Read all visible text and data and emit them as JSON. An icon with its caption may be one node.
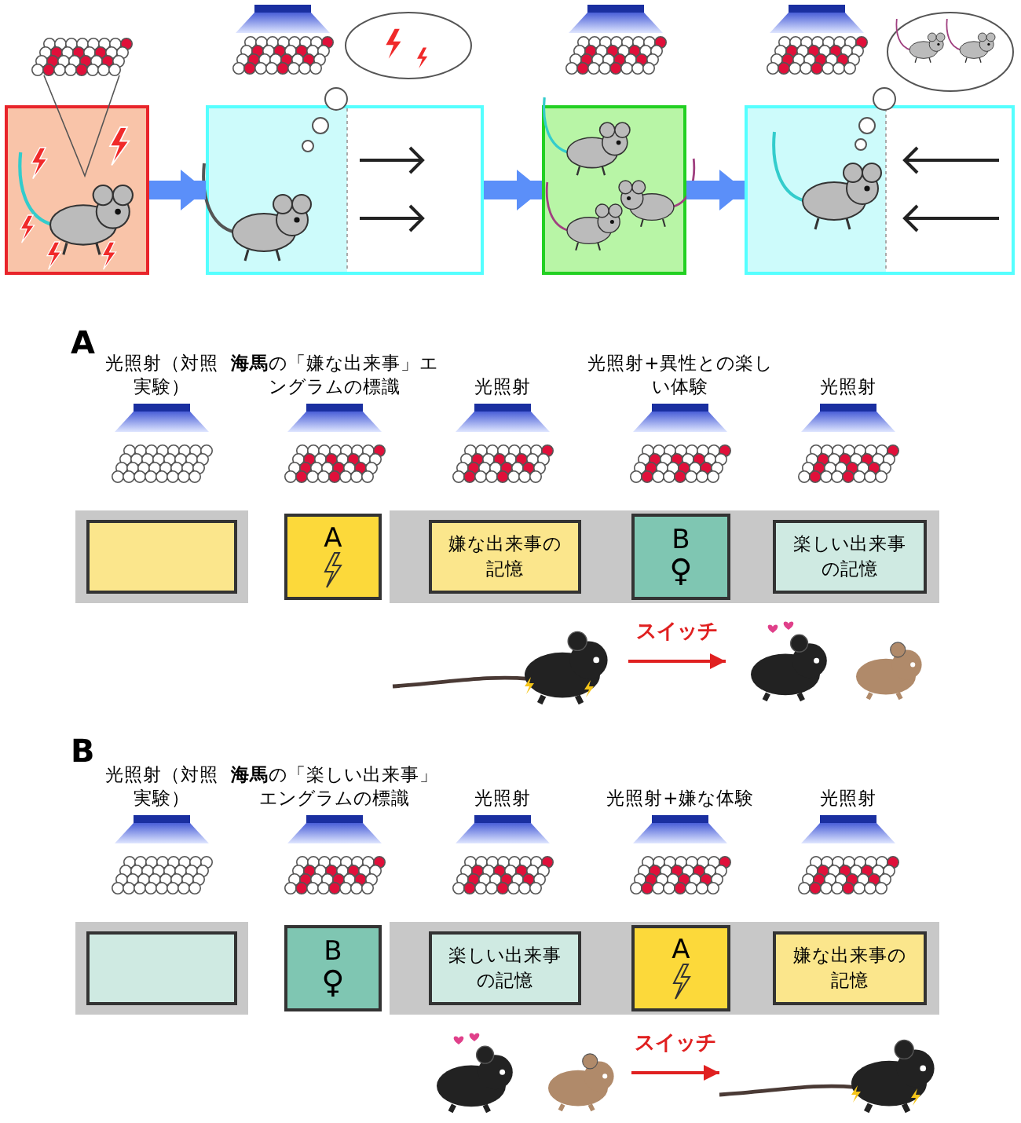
{
  "diagram": {
    "nodes": [
      {
        "text": [],
        "shape": "picture"
      },
      {
        "text": [],
        "shape": "picture"
      },
      {
        "text": [],
        "shape": "picture"
      },
      {
        "text": [],
        "shape": "picture"
      },
      {
        "text": [],
        "shape": "bar"
      },
      {
        "text": [],
        "shape": "box",
        "in": 4
      },
      {
        "text": [
          "A"
        ]
      },
      {
        "text": [],
        "shape": "bar"
      },
      {
        "text": [
          "嫌な出来事の記憶"
        ],
        "in": 7
      },
      {
        "text": [
          "B",
          "♀"
        ],
        "in": 7
      },
      {
        "text": [
          "楽しい出来事の記憶"
        ],
        "in": 7
      },
      {
        "text": [],
        "shape": "picture"
      },
      {
        "text": [],
        "shape": "picture"
      },
      {
        "text": [],
        "shape": "bar"
      },
      {
        "text": [],
        "shape": "box",
        "in": 13
      },
      {
        "text": [
          "B",
          "♀"
        ]
      },
      {
        "text": [],
        "shape": "bar"
      },
      {
        "text": [
          "楽しい出来事の記憶"
        ],
        "in": 16
      },
      {
        "text": [
          "A"
        ],
        "in": 16
      },
      {
        "text": [
          "嫌な出来事の記憶"
        ],
        "in": 16
      },
      {
        "text": [],
        "shape": "picture"
      },
      {
        "text": [],
        "shape": "picture"
      }
    ],
    "edges": [
      {
        "from": 0,
        "to": 1,
        "arrow": "to"
      },
      {
        "from": 1,
        "to": 2,
        "arrow": "to"
      },
      {
        "from": 2,
        "to": 3,
        "arrow": "to"
      },
      {
        "from": 11,
        "to": 12,
        "arrow": "to",
        "label": "スイッチ",
        "color": "#e02020"
      },
      {
        "from": 20,
        "to": 21,
        "arrow": "to",
        "label": "スイッチ",
        "color": "#e02020"
      }
    ],
    "labels": [
      "A",
      "光照射（対照実験）",
      "**海馬**の「嫌な出来事」エングラムの標識",
      "光照射",
      "光照射+異性との楽しい体験",
      "光照射",
      "B",
      "光照射（対照実験）",
      "**海馬**の「楽しい出来事」エングラムの標識",
      "光照射",
      "光照射+嫌な体験",
      "光照射"
    ]
  }
}
